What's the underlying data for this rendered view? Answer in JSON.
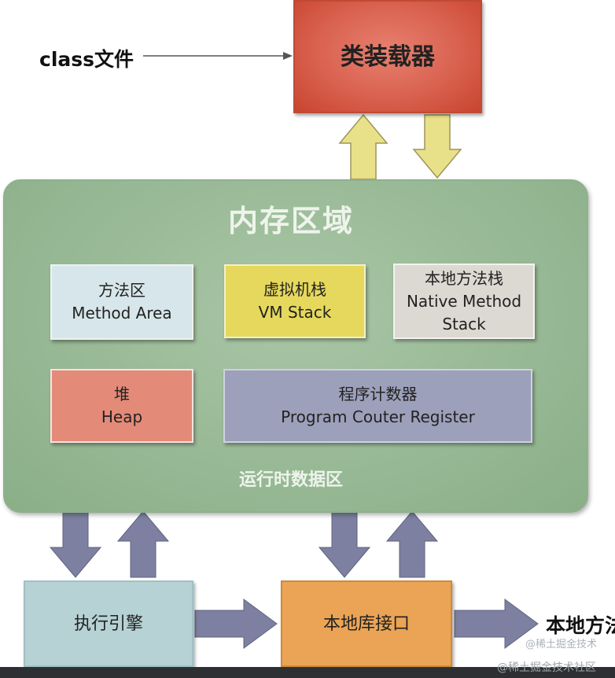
{
  "labels": {
    "class_file": "class文件",
    "native_lib": "本地方法"
  },
  "loader": {
    "label": "类装载器"
  },
  "memory": {
    "title": "内存区域",
    "runtime_label": "运行时数据区",
    "method_area": {
      "line1": "方法区",
      "line2": "Method Area"
    },
    "vm_stack": {
      "line1": "虚拟机栈",
      "line2": "VM Stack"
    },
    "native_stack": {
      "line1": "本地方法栈",
      "line2": "Native Method",
      "line3": "Stack"
    },
    "heap": {
      "line1": "堆",
      "line2": "Heap"
    },
    "pc_register": {
      "line1": "程序计数器",
      "line2": "Program Couter Register"
    }
  },
  "exec_engine": {
    "label": "执行引擎"
  },
  "native_interface": {
    "label": "本地库接口"
  },
  "watermarks": {
    "inner": "@稀土掘金技术",
    "corner": "@稀土掘金技术社区"
  },
  "colors": {
    "loader": "#d9614f",
    "memory": "#97b894",
    "arrow_yellow": "#e9e08a",
    "arrow_slate": "#7d80a0",
    "exec_engine": "#b7d2d4",
    "native_interface": "#eba456"
  }
}
